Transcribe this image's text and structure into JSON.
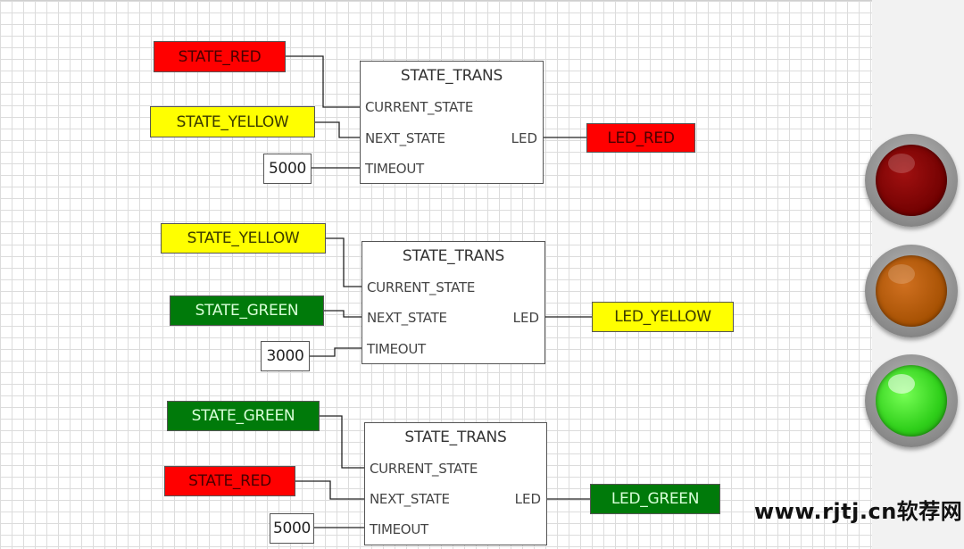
{
  "blocks": [
    {
      "title": "STATE_TRANS",
      "inputs": {
        "current_state": "STATE_RED",
        "next_state": "STATE_YELLOW",
        "timeout": "5000"
      },
      "pins": {
        "current": "CURRENT_STATE",
        "next": "NEXT_STATE",
        "timeout": "TIMEOUT",
        "out": "LED"
      },
      "output": "LED_RED"
    },
    {
      "title": "STATE_TRANS",
      "inputs": {
        "current_state": "STATE_YELLOW",
        "next_state": "STATE_GREEN",
        "timeout": "3000"
      },
      "pins": {
        "current": "CURRENT_STATE",
        "next": "NEXT_STATE",
        "timeout": "TIMEOUT",
        "out": "LED"
      },
      "output": "LED_YELLOW"
    },
    {
      "title": "STATE_TRANS",
      "inputs": {
        "current_state": "STATE_GREEN",
        "next_state": "STATE_RED",
        "timeout": "5000"
      },
      "pins": {
        "current": "CURRENT_STATE",
        "next": "NEXT_STATE",
        "timeout": "TIMEOUT",
        "out": "LED"
      },
      "output": "LED_GREEN"
    }
  ],
  "lamps": {
    "red": {
      "color": "#6e0000",
      "lit": false
    },
    "yellow": {
      "color": "#a24e00",
      "lit": false
    },
    "green": {
      "color": "#2fcf1a",
      "lit": true
    }
  },
  "colors": {
    "red": "#ff0000",
    "yellow": "#ffff00",
    "green": "#007a0a"
  },
  "watermark": "www.rjtj.cn软荐网"
}
